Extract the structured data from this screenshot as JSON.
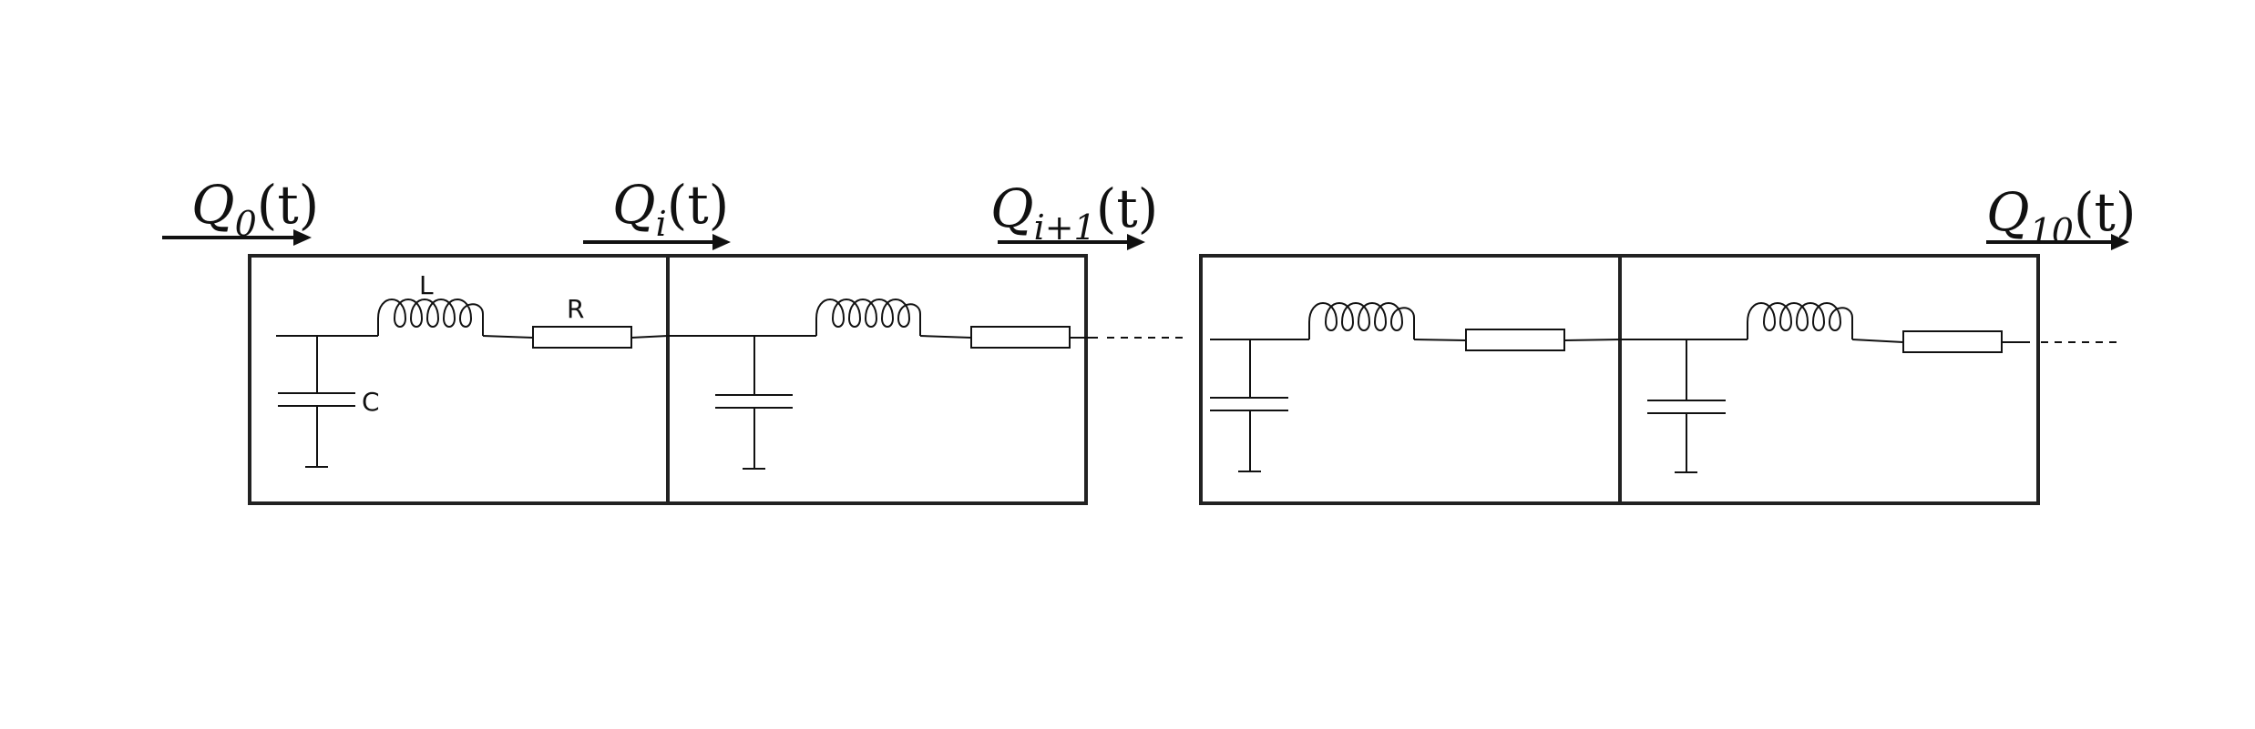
{
  "flows": [
    {
      "symbol": "Q",
      "sub": "0",
      "arg": "(t)"
    },
    {
      "symbol": "Q",
      "sub": "i",
      "arg": "(t)"
    },
    {
      "symbol": "Q",
      "sub": "i+1",
      "arg": "(t)"
    },
    {
      "symbol": "Q",
      "sub": "10",
      "arg": "(t)"
    }
  ],
  "components": {
    "inductor": "L",
    "resistor": "R",
    "capacitor": "C"
  }
}
